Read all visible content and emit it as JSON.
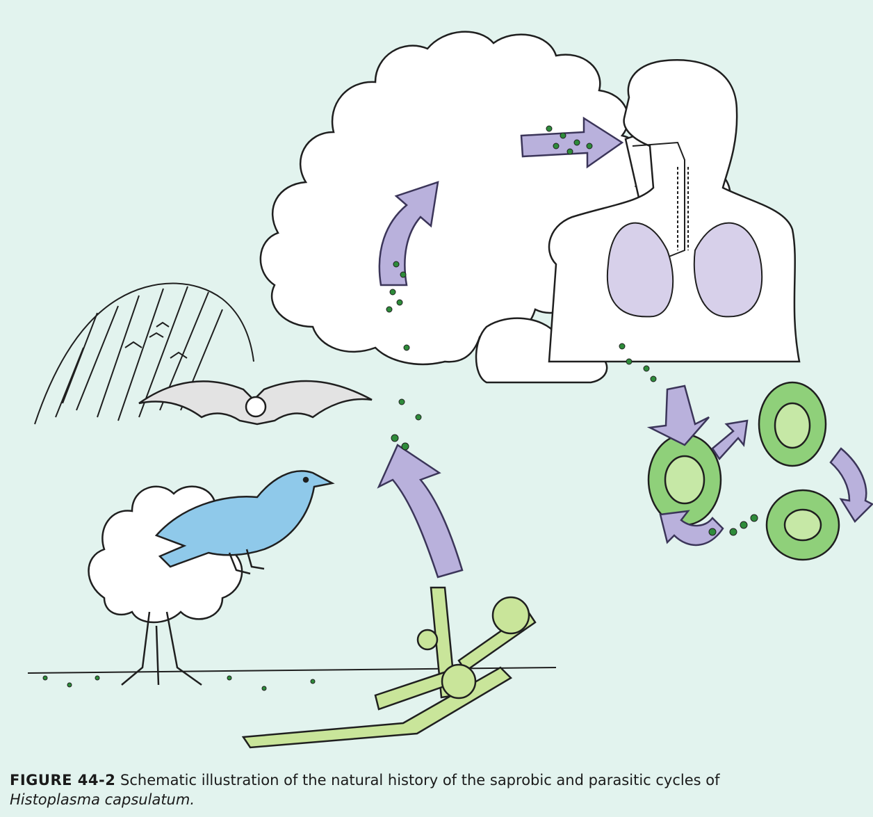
{
  "caption": {
    "label": "FIGURE 44-2",
    "text": "Schematic illustration of the natural history of the saprobic and parasitic cycles of",
    "species": "Histoplasma capsulatum."
  },
  "colors": {
    "background": "#e2f3ee",
    "arrow": "#b9b1dc",
    "arrow_stroke": "#3b3559",
    "spore": "#2e8b3a",
    "cell_fill": "#8fd07a",
    "cell_inner": "#c6e8a6",
    "mycelium": "#c9e59a",
    "bird": "#8fc9ea",
    "lungs": "#d7d0ea",
    "line": "#1f1f1f"
  },
  "icons": [
    "cloud-icon",
    "bat-icon",
    "bird-icon",
    "tree-icon",
    "cave-icon",
    "human-figure-icon",
    "lungs-icon",
    "mycelium-icon",
    "yeast-cell-icon",
    "cycle-arrow-icon"
  ]
}
